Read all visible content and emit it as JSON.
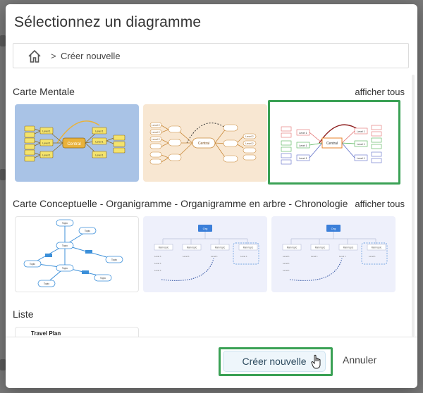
{
  "dialog": {
    "title": "Sélectionnez un diagramme"
  },
  "breadcrumb": {
    "home_icon": "home-icon",
    "separator": ">",
    "current": "Créer nouvelle"
  },
  "sections": [
    {
      "title": "Carte Mentale",
      "show_all": "afficher tous",
      "thumbnails": [
        {
          "style": "blue-yellow",
          "central": "Central",
          "node": "Level 1",
          "selected": false
        },
        {
          "style": "beige-orange",
          "central": "Central",
          "node": "Level 2",
          "selected": false
        },
        {
          "style": "white-multicolor",
          "central": "Central",
          "node": "Level 1",
          "selected": true
        }
      ]
    },
    {
      "title": "Carte Conceptuelle - Organigramme - Organigramme en arbre - Chronologie",
      "show_all": "afficher tous",
      "thumbnails": [
        {
          "style": "concept-map",
          "node": "Topic"
        },
        {
          "style": "org-chart",
          "root": "Org",
          "branch": "Main topic",
          "leaf": "Level 1"
        },
        {
          "style": "org-tree",
          "root": "Org",
          "branch": "Main topic",
          "leaf": "Level 1"
        }
      ]
    },
    {
      "title": "Liste",
      "thumbnails": [
        {
          "style": "list",
          "heading": "Travel Plan"
        }
      ]
    }
  ],
  "footer": {
    "create_label": "Créer nouvelle",
    "cancel_label": "Annuler",
    "cursor_icon": "hand-pointer-icon"
  },
  "colors": {
    "selection": "#3aa155",
    "primary_button_bg": "#eef6fb"
  }
}
